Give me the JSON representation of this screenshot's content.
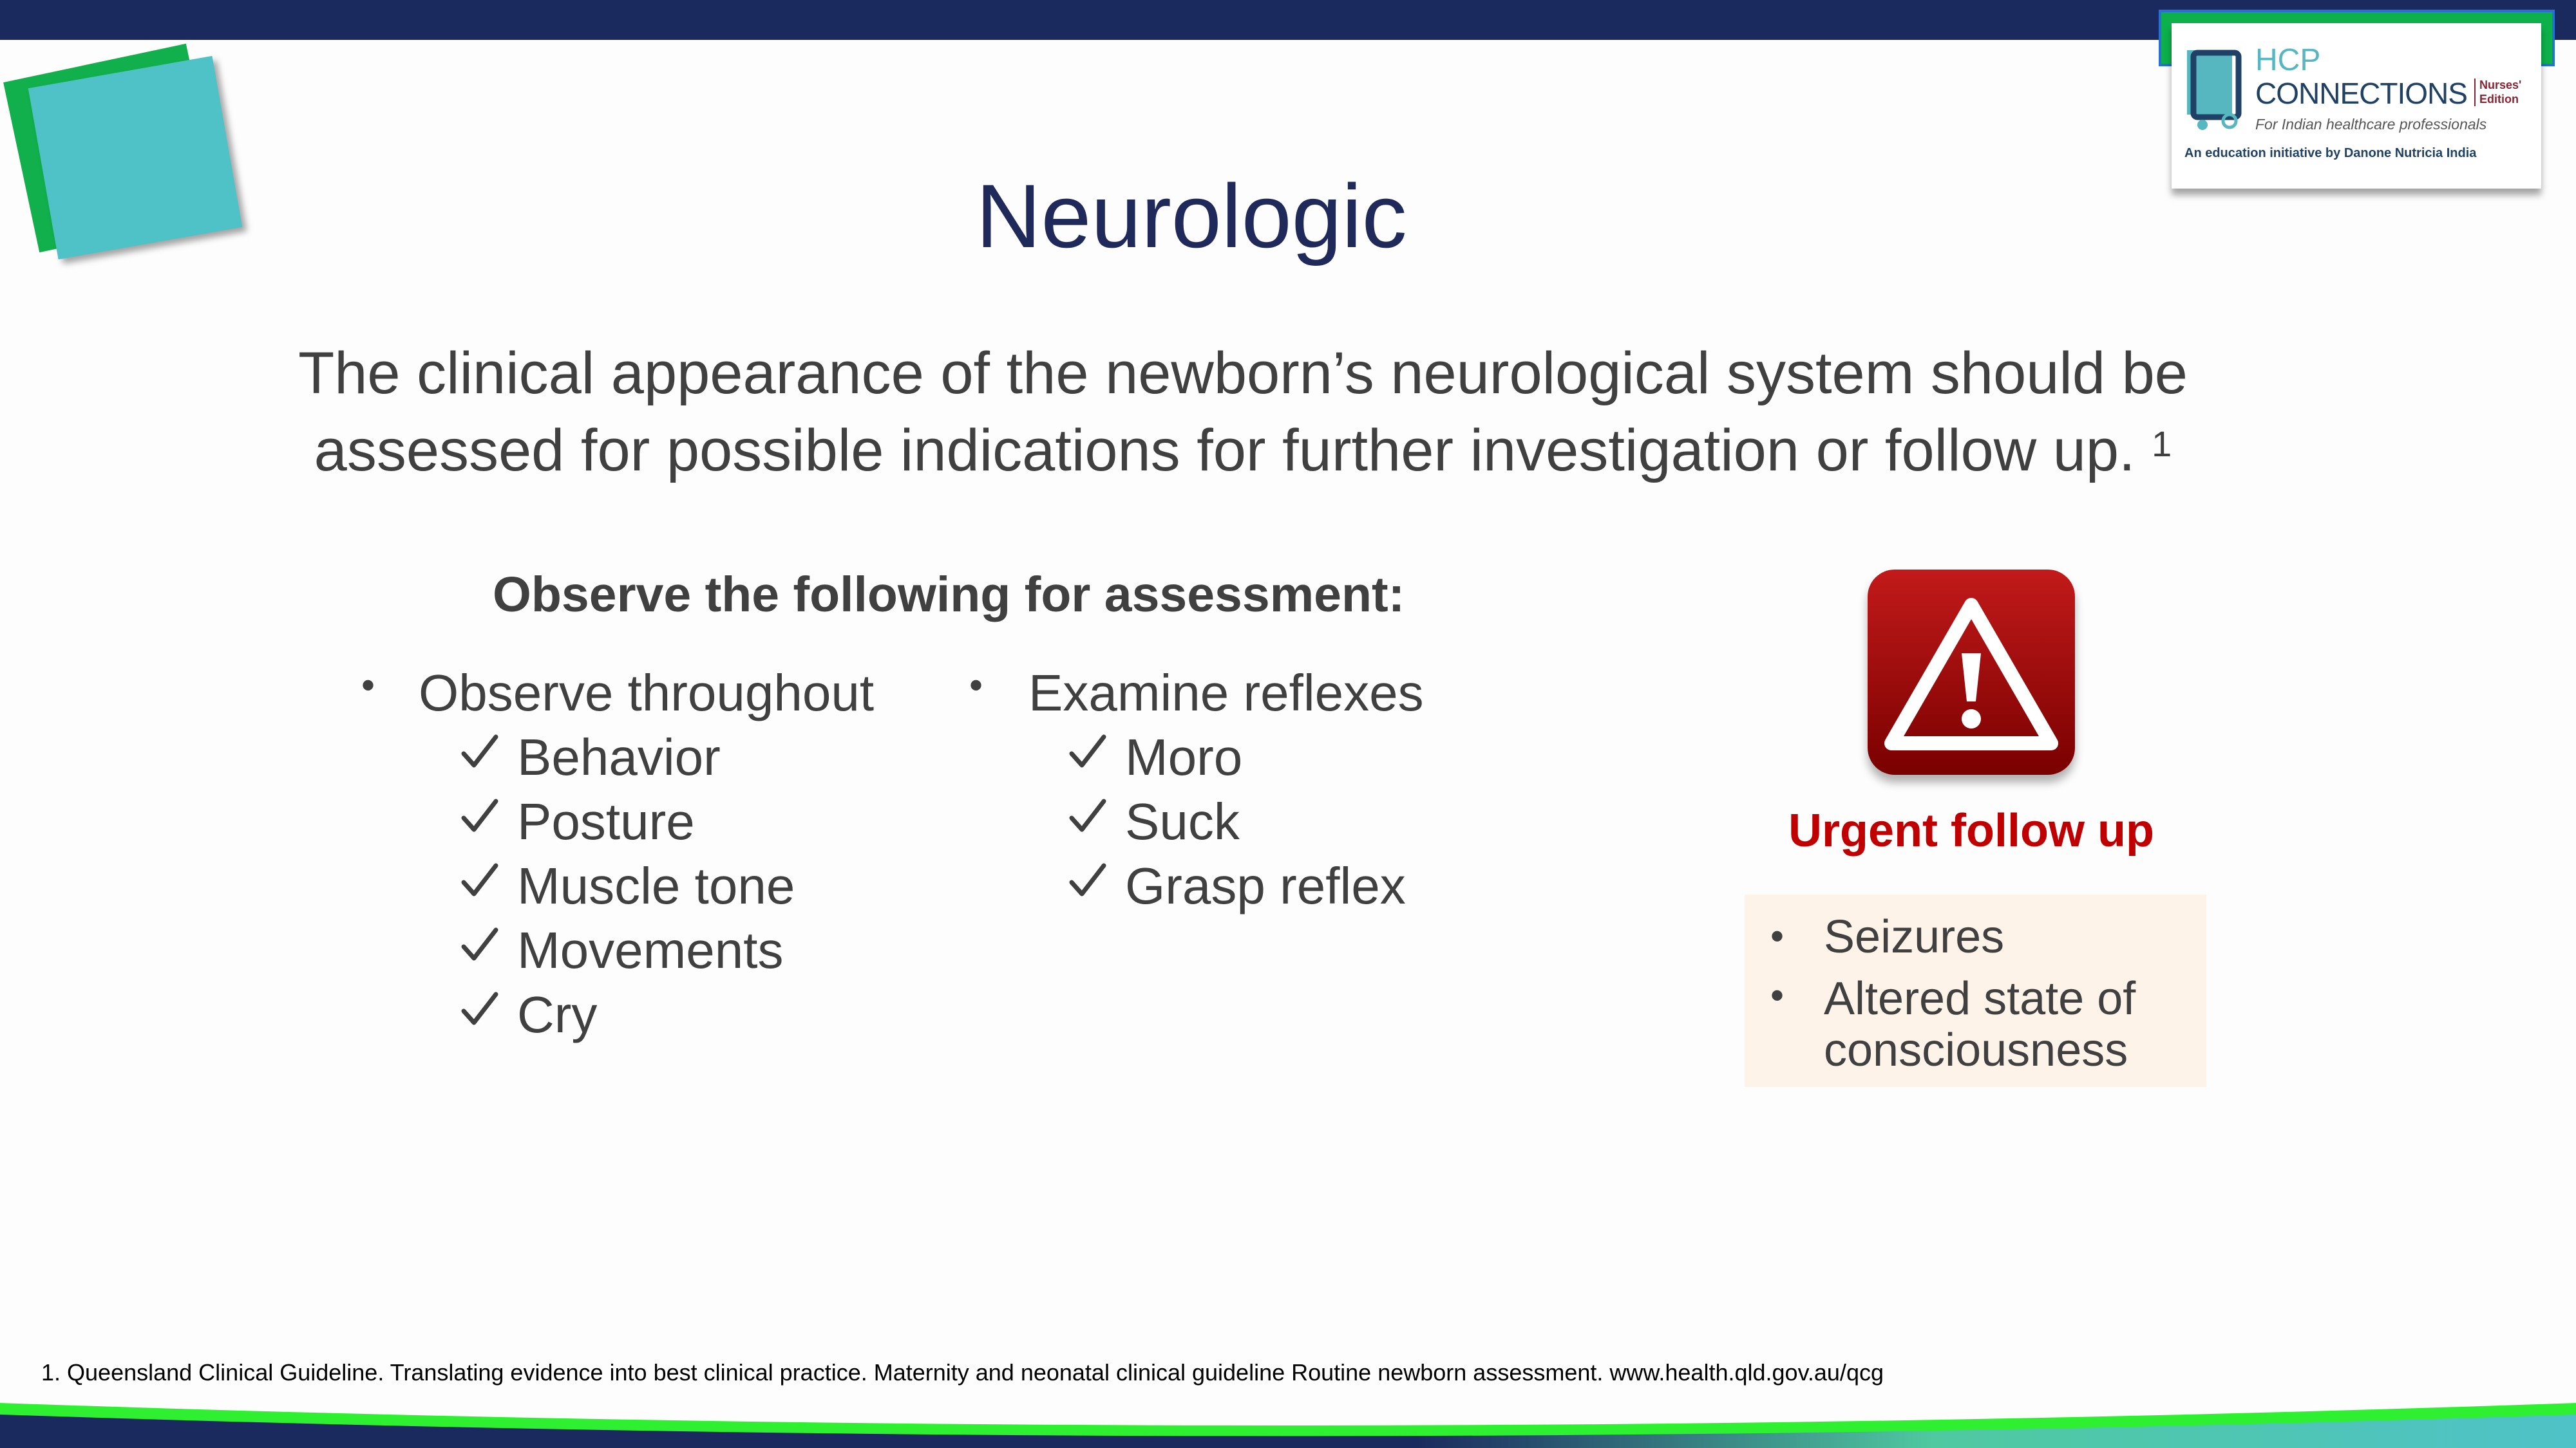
{
  "colors": {
    "navy": "#1b2a5e",
    "green": "#12b04c",
    "teal": "#4fc2c8",
    "urgent": "#c00000",
    "box_bg": "#fdf3e8"
  },
  "logo": {
    "line1": "HCP",
    "line2": "CONNECTIONS",
    "edition": "Nurses' Edition",
    "tagline": "For Indian healthcare professionals",
    "initiative": "An education initiative by Danone Nutricia India"
  },
  "title": "Neurologic",
  "subtitle": {
    "text": "The clinical appearance of the newborn’s neurological system should be assessed for possible indications for further investigation or follow up.",
    "ref": "1"
  },
  "observe_heading": "Observe the following for assessment:",
  "columns": [
    {
      "label": "Observe throughout",
      "items": [
        "Behavior",
        "Posture",
        "Muscle tone",
        "Movements",
        "Cry"
      ]
    },
    {
      "label": "Examine reflexes",
      "items": [
        "Moro",
        "Suck",
        "Grasp reflex"
      ]
    }
  ],
  "warning_icon": "warning-triangle-icon",
  "urgent": {
    "label": "Urgent follow up",
    "items": [
      "Seizures",
      "Altered state of consciousness"
    ]
  },
  "footnote": "1. Queensland Clinical Guideline. Translating evidence into best clinical practice. Maternity and neonatal clinical guideline Routine newborn assessment. www.health.qld.gov.au/qcg"
}
